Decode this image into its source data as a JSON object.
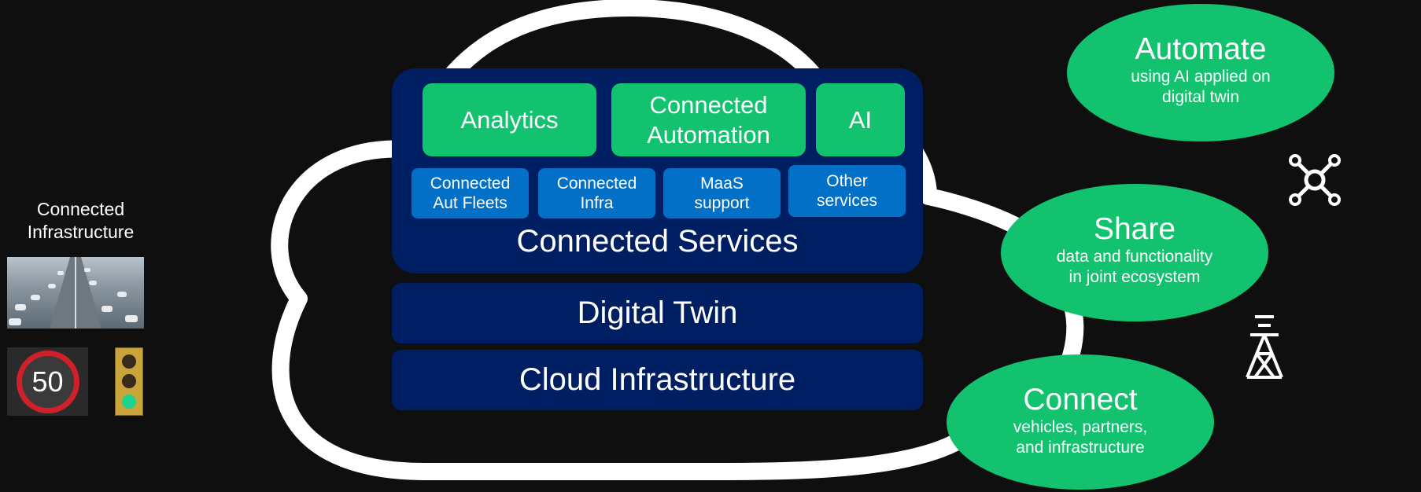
{
  "connected_services": {
    "title": "Connected Services",
    "top_boxes": [
      "Analytics",
      "Connected\nAutomation",
      "AI"
    ],
    "service_boxes": [
      "Connected\nAut Fleets",
      "Connected\nInfra",
      "MaaS\nsupport",
      "Other\nservices"
    ]
  },
  "layers": {
    "digital_twin": "Digital Twin",
    "cloud_infrastructure": "Cloud Infrastructure"
  },
  "left": {
    "label": "Connected\nInfrastructure",
    "images": [
      "highway-traffic-photo",
      "speed-limit-sign",
      "traffic-light"
    ],
    "speed_limit": "50"
  },
  "pillars": [
    {
      "title": "Automate",
      "subtitle": "using AI applied on\ndigital twin"
    },
    {
      "title": "Share",
      "subtitle": "data and functionality\nin joint  ecosystem"
    },
    {
      "title": "Connect",
      "subtitle": "vehicles, partners,\nand infrastructure"
    }
  ],
  "icons": [
    "network-hub-icon",
    "cell-tower-icon"
  ],
  "colors": {
    "background": "#0f0f0f",
    "navy": "#001e62",
    "green": "#13c26f",
    "blue": "#0270c6",
    "cloud_outline": "#ffffff"
  }
}
